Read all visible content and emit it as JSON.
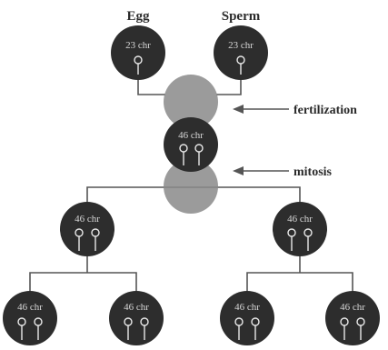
{
  "labels": {
    "egg": "Egg",
    "sperm": "Sperm",
    "fertilization": "fertilization",
    "mitosis": "mitosis"
  },
  "cells": {
    "egg": "23 chr",
    "sperm": "23 chr",
    "zygote": "46 chr",
    "left": "46 chr",
    "right": "46 chr",
    "ll": "46 chr",
    "lr": "46 chr",
    "rl": "46 chr",
    "rr": "46 chr"
  },
  "colors": {
    "cell": "#2d2d2d",
    "merge": "#8a8a8a",
    "line": "#555555"
  }
}
